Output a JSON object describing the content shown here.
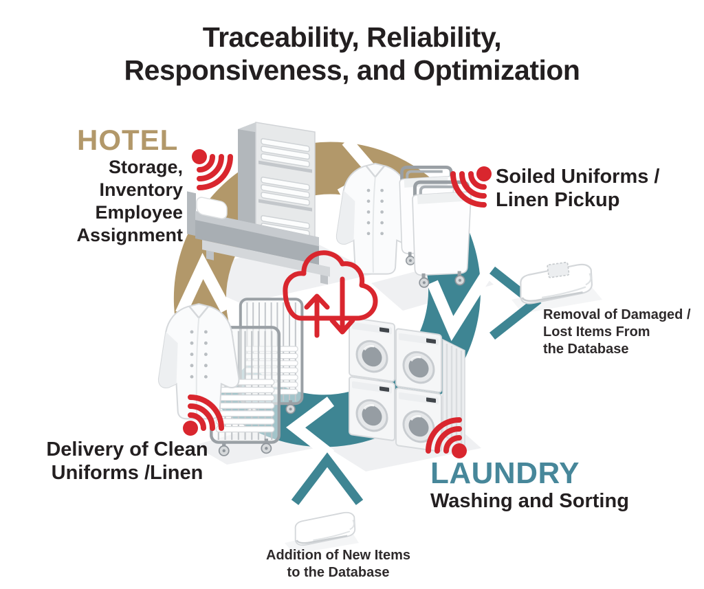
{
  "title": {
    "line1": "Traceability, Reliability,",
    "line2": "Responsiveness, and Optimization"
  },
  "colors": {
    "gold": "#b2986a",
    "teal": "#3e8593",
    "teal_label": "#47879a",
    "red": "#d9262e",
    "ink": "#231f20"
  },
  "hotel": {
    "label": "HOTEL",
    "sublabel_lines": [
      "Storage,",
      "Inventory",
      "Employee",
      "Assignment"
    ]
  },
  "laundry": {
    "label": "LAUNDRY",
    "sublabel": "Washing and Sorting"
  },
  "steps": {
    "soiled_pickup": {
      "lines": [
        "Soiled Uniforms /",
        "Linen Pickup"
      ]
    },
    "removal": {
      "lines": [
        "Removal of Damaged /",
        "Lost Items From",
        "the Database"
      ]
    },
    "addition": {
      "lines": [
        "Addition of New Items",
        "to the Database"
      ]
    },
    "delivery": {
      "lines": [
        "Delivery of Clean",
        "Uniforms /Linen"
      ]
    }
  },
  "icons": {
    "rfid_signal": "red dot with radiating arcs",
    "cloud_sync": "cloud outline with up and down arrows",
    "folded_towel": "folded linen towel",
    "arrow_out": "teal chevron pointing right",
    "arrow_in": "teal chevron pointing up"
  }
}
